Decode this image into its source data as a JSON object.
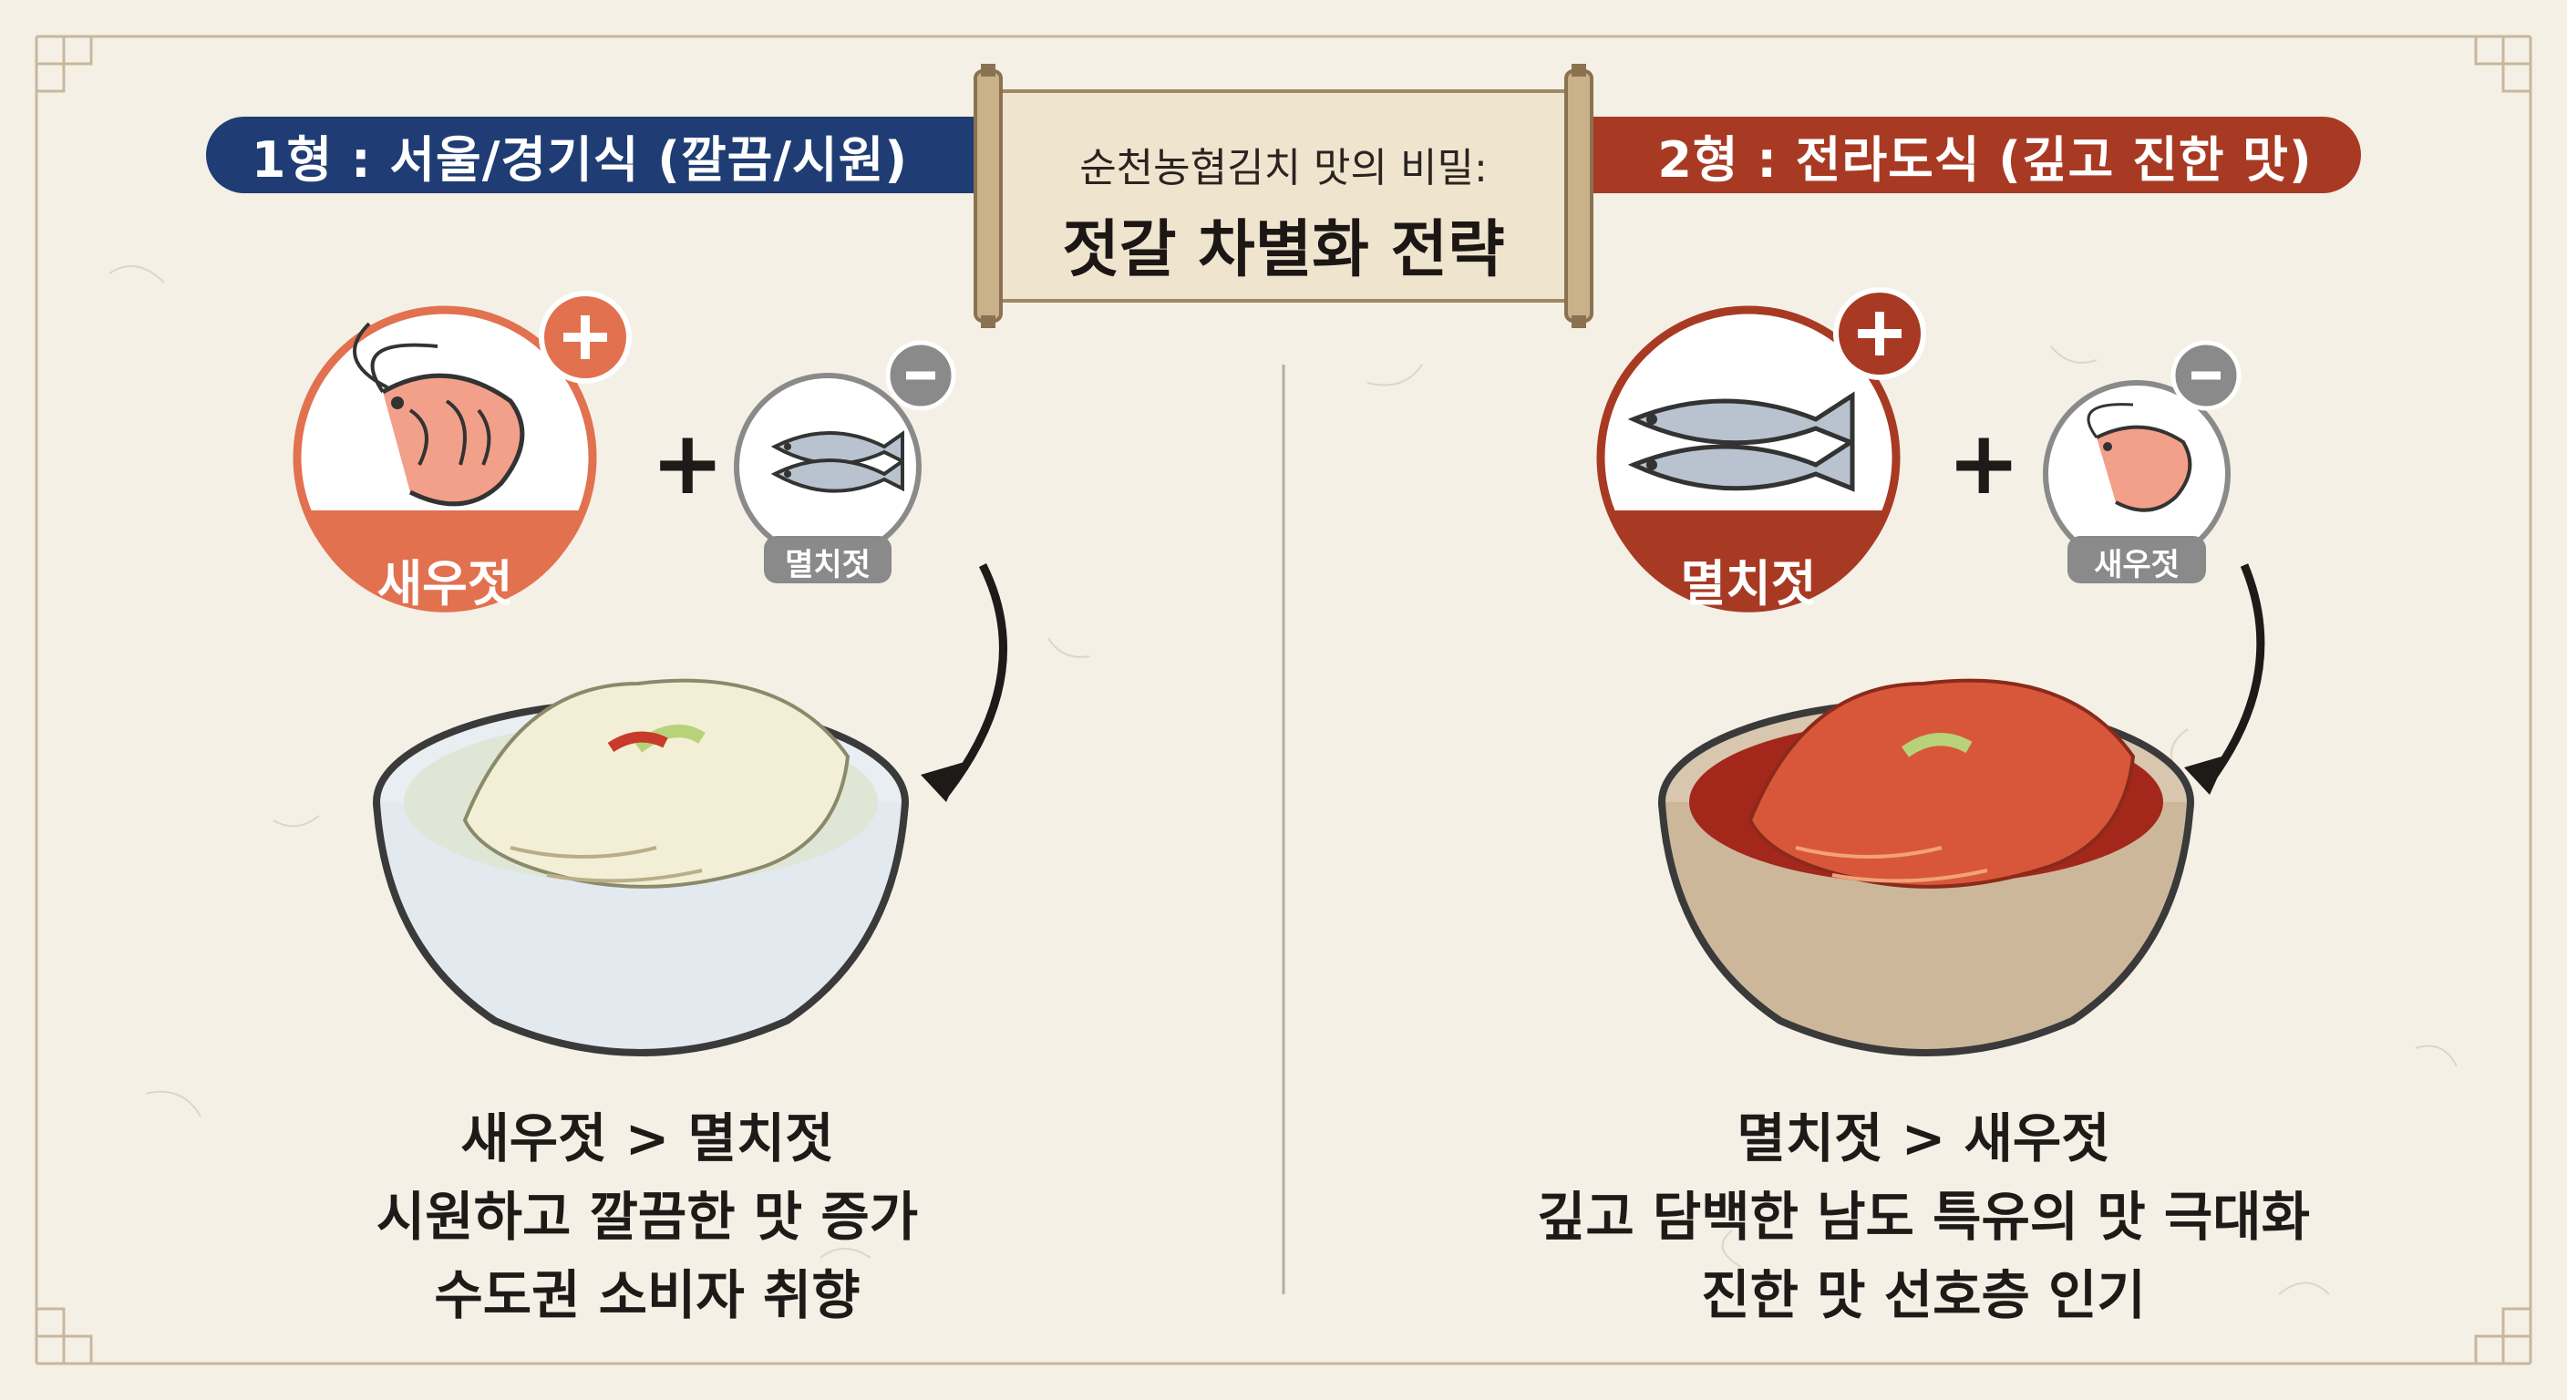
{
  "header": {
    "left_banner": "1형 : 서울/경기식 (깔끔/시원)",
    "title_line1": "순천농협김치 맛의 비밀:",
    "title_line2": "젓갈 차별화 전략",
    "right_banner": "2형 : 전라도식 (깊고 진한 맛)"
  },
  "left": {
    "primary_label": "새우젓",
    "primary_sign": "+",
    "secondary_label": "멸치젓",
    "secondary_sign": "−",
    "operator": "+",
    "caption": [
      "새우젓 > 멸치젓",
      "시원하고 깔끔한 맛 증가",
      "수도권 소비자 취향"
    ]
  },
  "right": {
    "primary_label": "멸치젓",
    "primary_sign": "+",
    "secondary_label": "새우젓",
    "secondary_sign": "−",
    "operator": "+",
    "caption": [
      "멸치젓 > 새우젓",
      "깊고 담백한 남도 특유의 맛 극대화",
      "진한 맛 선호층 인기"
    ]
  },
  "colors": {
    "navy": "#1f3d74",
    "brick": "#a83a24",
    "coral": "#e2714f",
    "gray": "#8a8a8a",
    "paper": "#f4f0e6"
  }
}
